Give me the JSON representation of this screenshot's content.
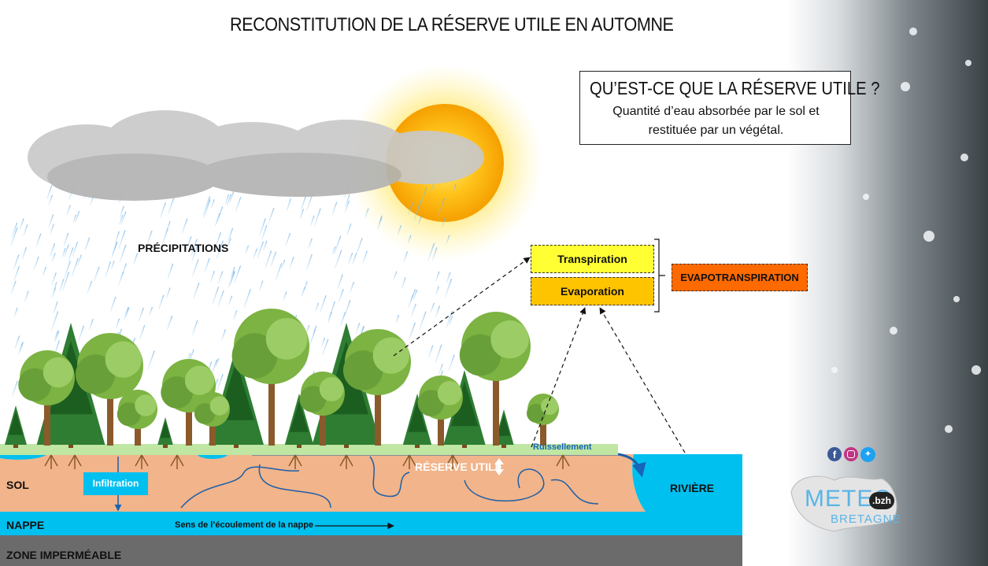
{
  "title": "RECONSTITUTION DE LA RÉSERVE UTILE EN AUTOMNE",
  "info": {
    "heading": "QU’EST-CE QUE LA RÉSERVE UTILE ?",
    "line1": "Quantité d’eau absorbée par le sol et",
    "line2": "restituée par un végétal."
  },
  "labels": {
    "precipitations": "PRÉCIPITATIONS",
    "transpiration": "Transpiration",
    "evaporation": "Evaporation",
    "evapotranspiration": "EVAPOTRANSPIRATION",
    "ruissellement": "Ruissellement",
    "reserve_utile": "RÉSERVE UTILE",
    "infiltration": "Infiltration",
    "riviere": "RIVIÈRE",
    "sol": "SOL",
    "nappe": "NAPPE",
    "sens": "Sens de l’écoulement de la nappe",
    "zone": "ZONE IMPERMÉABLE"
  },
  "logo": {
    "main": "METEO",
    "sub": "BRETAGNE",
    "badge": ".bzh"
  },
  "social": [
    "facebook-icon",
    "instagram-icon",
    "twitter-icon"
  ],
  "colors": {
    "soil": "#f2b48a",
    "water": "#00c0f0",
    "bedrock": "#6b6b6b",
    "transpiration": "#ffff33",
    "evaporation": "#ffc400",
    "evapotranspiration": "#ff6a00"
  }
}
